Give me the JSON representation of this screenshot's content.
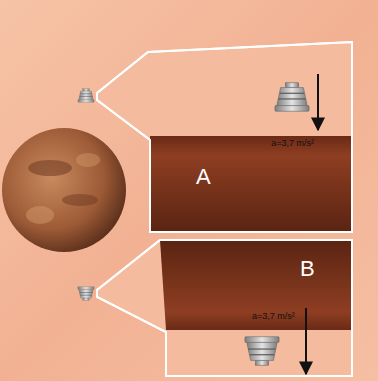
{
  "diagram": {
    "labels": [
      "a=3,7 m/s²",
      "A",
      "B",
      "a=3,7 m/s²"
    ]
  }
}
